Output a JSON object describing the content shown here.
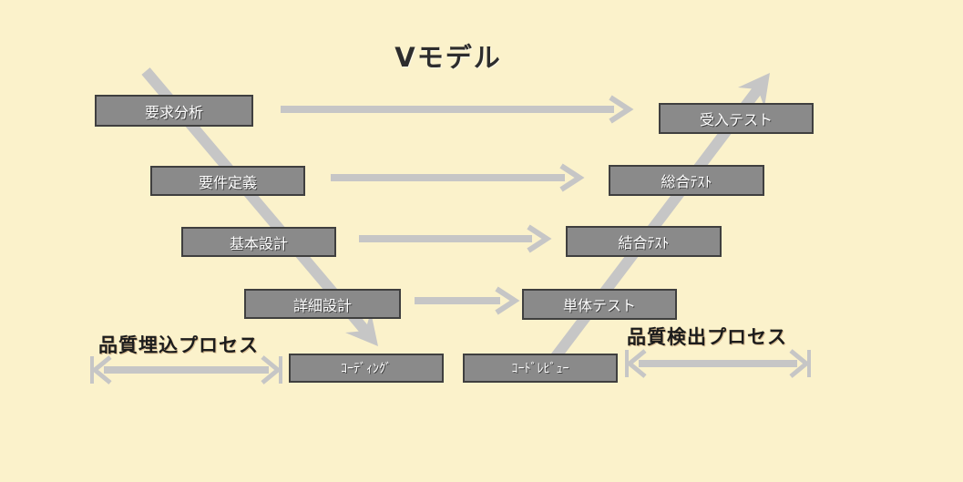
{
  "title": "Vモデル",
  "boxes": [
    {
      "id": "requirements-analysis",
      "label": "要求分析"
    },
    {
      "id": "requirements-definition",
      "label": "要件定義"
    },
    {
      "id": "basic-design",
      "label": "基本設計"
    },
    {
      "id": "detailed-design",
      "label": "詳細設計"
    },
    {
      "id": "coding",
      "label": "ｺｰﾃﾞｨﾝｸﾞ"
    },
    {
      "id": "code-review",
      "label": "ｺｰﾄﾞﾚﾋﾞｭｰ"
    },
    {
      "id": "unit-test",
      "label": "単体テスト"
    },
    {
      "id": "integration-test",
      "label": "結合ﾃｽﾄ"
    },
    {
      "id": "system-test",
      "label": "総合ﾃｽﾄ"
    },
    {
      "id": "acceptance-test",
      "label": "受入テスト"
    }
  ],
  "processes": {
    "left": "品質埋込プロセス",
    "right": "品質検出プロセス"
  },
  "colors": {
    "background": "#fbf2cb",
    "box_fill": "#8a8a8a",
    "box_border": "#3f3f3f",
    "box_text": "#ffffff",
    "arrow": "#c6c6c6",
    "title_text": "#2d2d2d",
    "process_text": "#1c1c1c"
  }
}
